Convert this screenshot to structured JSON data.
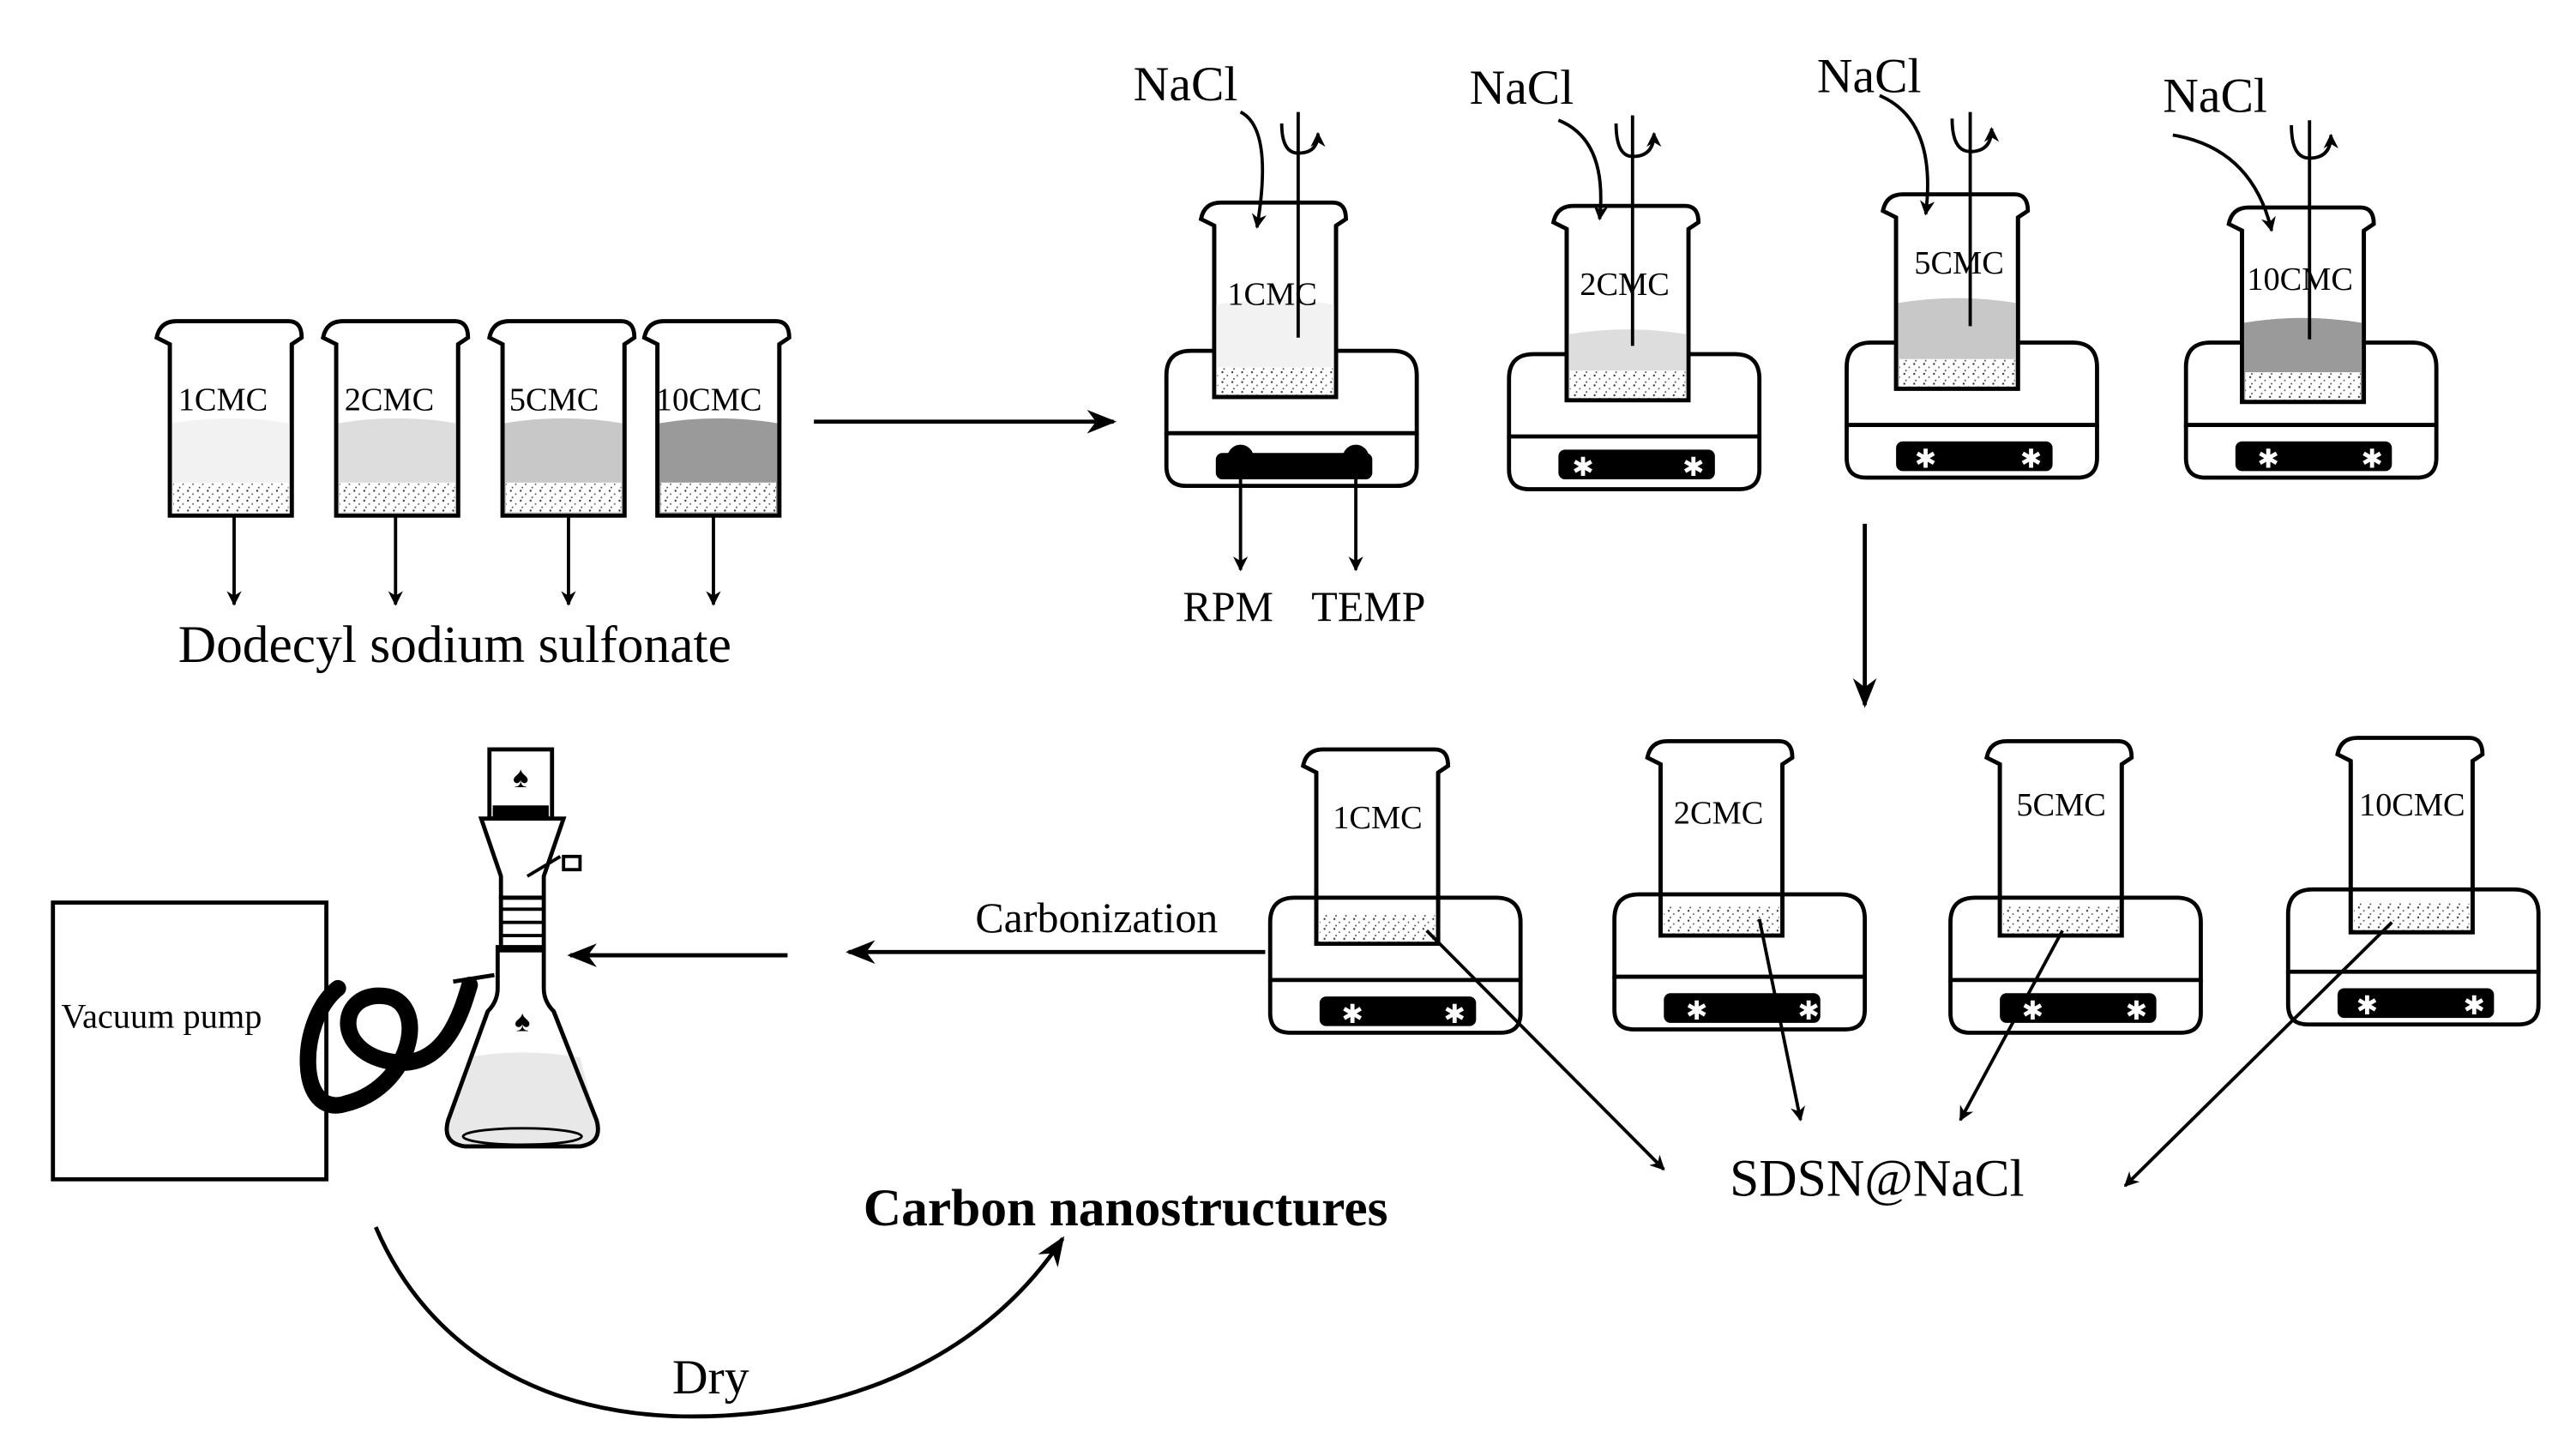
{
  "labels": {
    "dodecyl": "Dodecyl sodium sulfonate",
    "nacl": "NaCl",
    "rpm": "RPM",
    "temp": "TEMP",
    "carbonization": "Carbonization",
    "sdsn": "SDSN@NaCl",
    "vacuum": "Vacuum pump",
    "carbon": "Carbon nanostructures",
    "dry": "Dry"
  },
  "concentrations": [
    "1CMC",
    "2CMC",
    "5CMC",
    "10CMC"
  ],
  "solution_shades": [
    "#f2f2f2",
    "#dddddd",
    "#c8c8c8",
    "#9a9a9a"
  ]
}
